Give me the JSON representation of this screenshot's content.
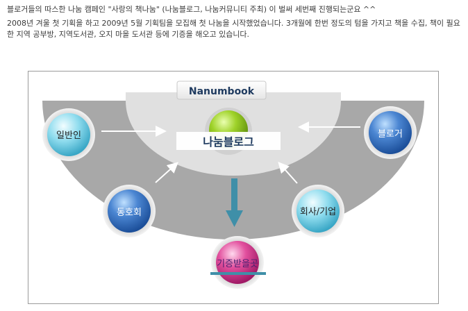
{
  "article": {
    "line1": "블로거들의 따스한 나눔 캠페인 \"사랑의 책나눔\" (나눔블로그, 나눔커뮤니티 주최) 이 벌써 세번째 진행되는군요 ^^",
    "line2": "2008년 겨울 첫 기획을 하고 2009년 5월 기획팀을 모집해 첫 나눔을 시작했었습니다. 3개월에 한번 정도의 텀을 가지고 책을 수집, 책이 필요한 지역 공부방, 지역도서관, 오지 마을 도서관 등에 기증을 해오고 있습니다."
  },
  "diagram": {
    "header": "Nanumbook",
    "center": "나눔블로그",
    "nodes": {
      "general": "일반인",
      "blogger": "블로거",
      "club": "동호회",
      "company": "회사/기업",
      "recipient": "기증받을곳"
    },
    "colors": {
      "band": "#a9a9a9",
      "inner": "#e3e3e3",
      "center_ball": "#8cc21e",
      "cyan_ball": "#7fd3e6",
      "blue_ball": "#3a73c2",
      "pink_ball": "#d63c93",
      "arrow": "#3f8fa8",
      "title_text": "#1e3a5f"
    }
  }
}
